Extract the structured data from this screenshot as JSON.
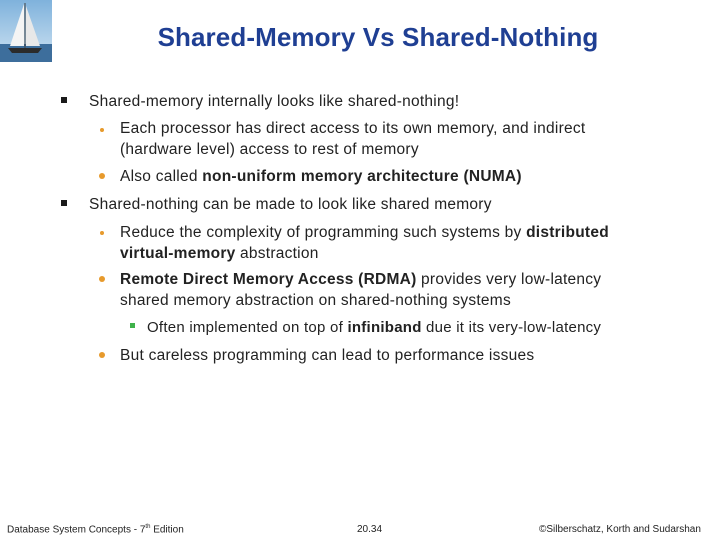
{
  "title": "Shared-Memory Vs Shared-Nothing",
  "bullets": {
    "b1": "Shared-memory internally looks like shared-nothing!",
    "b1_1": "Each processor has direct access to its own memory, and indirect",
    "b1_1_cont": "(hardware level) access to rest of memory",
    "b1_2_pre": "Also called ",
    "b1_2_bold": "non-uniform memory architecture (NUMA)",
    "b2": "Shared-nothing can be made to look like shared memory",
    "b2_1_pre": "Reduce the complexity of programming such systems by ",
    "b2_1_bold1": "distributed",
    "b2_1_bold2": "virtual-memory",
    "b2_1_post": " abstraction",
    "b2_2_bold": "Remote Direct Memory Access (RDMA)",
    "b2_2_post": " provides very low-latency",
    "b2_2_cont": "shared memory abstraction on shared-nothing systems",
    "b2_2_1_pre": "Often implemented on top of ",
    "b2_2_1_bold": "infiniband",
    "b2_2_1_post": " due it its very-low-latency",
    "b2_3": "But careless programming can lead to performance issues"
  },
  "footer": {
    "left_pre": "Database System Concepts - 7",
    "left_sup": "th",
    "left_post": " Edition",
    "center": "20.34",
    "right": "©Silberschatz, Korth and Sudarshan"
  },
  "colors": {
    "title": "#1f3f93",
    "bullet_orange": "#e79a2c",
    "bullet_green": "#3fb24a"
  },
  "icons": [
    "sailboat-logo-icon",
    "square-bullet-icon",
    "round-bullet-icon"
  ]
}
